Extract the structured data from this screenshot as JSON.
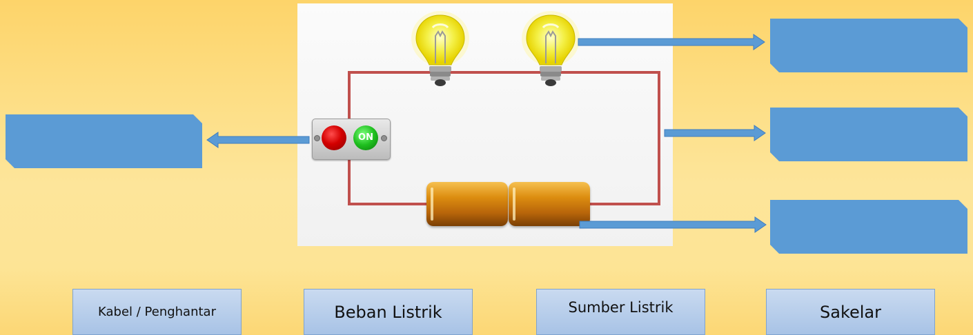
{
  "switch": {
    "on_label": "ON"
  },
  "answer_options": [
    {
      "label": "Kabel / Penghantar"
    },
    {
      "label": "Beban Listrik"
    },
    {
      "label": "Sumber Listrik"
    },
    {
      "label": "Sakelar"
    }
  ],
  "colors": {
    "background": "#fdd46a",
    "wire": "#c0504d",
    "label_box": "#5b9bd5",
    "option_box": "#b8cfeb"
  }
}
